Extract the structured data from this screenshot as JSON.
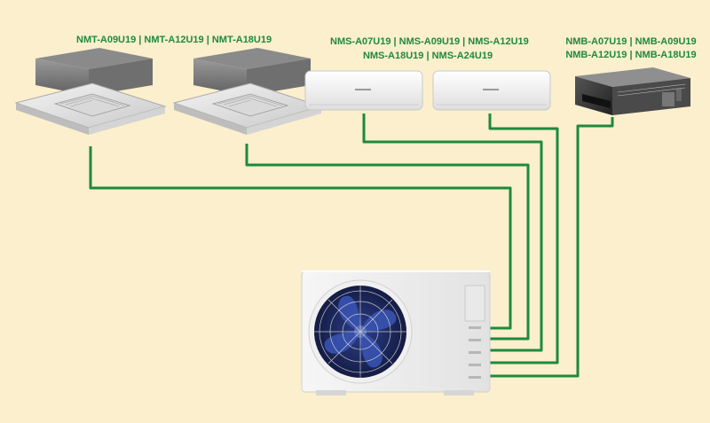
{
  "labels": {
    "cassette": "NMT-A09U19 | NMT-A12U19 | NMT-A18U19",
    "wall_line1": "NMS-A07U19 | NMS-A09U19 | NMS-A12U19",
    "wall_line2": "NMS-A18U19 | NMS-A24U19",
    "duct_line1": "NMB-A07U19 | NMB-A09U19",
    "duct_line2": "NMB-A12U19 | NMB-A18U19"
  },
  "colors": {
    "background": "#fbefcd",
    "pipe": "#1e8a3c",
    "label": "#1e8a3c"
  },
  "icons": {
    "cassette_unit": "ceiling-cassette-ac-icon",
    "wall_unit": "wall-split-ac-icon",
    "duct_unit": "ducted-ac-icon",
    "outdoor_unit": "outdoor-condenser-icon"
  }
}
